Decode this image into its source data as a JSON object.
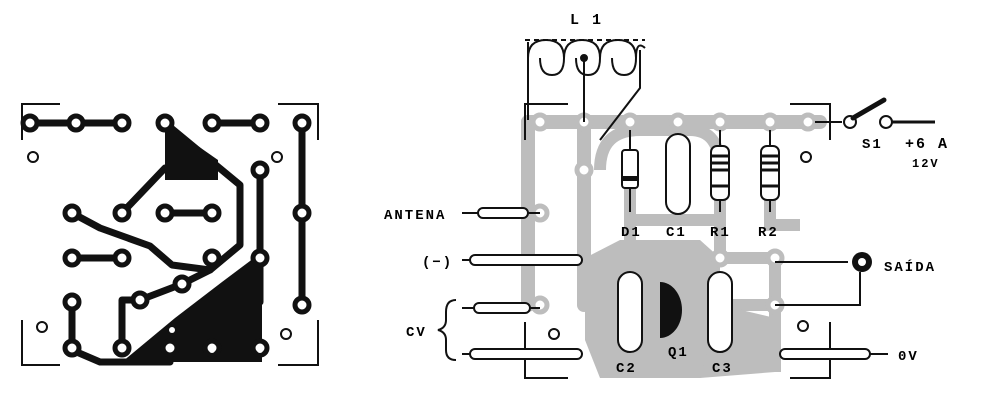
{
  "labels": {
    "inductor": "L 1",
    "antenna": "ANTENA",
    "negative": "(−)",
    "capacitor_variable": "CV",
    "d1": "D1",
    "c1": "C1",
    "r1": "R1",
    "r2": "R2",
    "c2": "C2",
    "q1": "Q1",
    "c3": "C3",
    "s1": "S1",
    "supply": "+6 A",
    "supply_alt": "12V",
    "output": "SAÍDA",
    "ground": "0V"
  },
  "colors": {
    "ink": "#111111",
    "board_copper": "#bdbdbd",
    "background": "#ffffff"
  }
}
